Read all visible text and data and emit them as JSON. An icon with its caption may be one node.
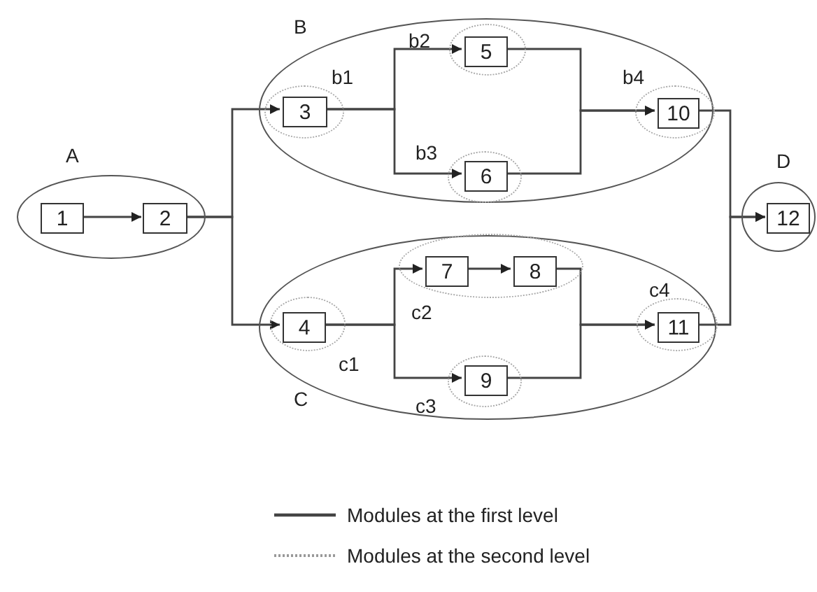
{
  "diagram": {
    "nodes": [
      {
        "text": [
          "A"
        ]
      },
      {
        "text": [
          "1"
        ],
        "in": 0
      },
      {
        "text": [
          "2"
        ],
        "in": 0
      },
      {
        "text": [
          "B"
        ]
      },
      {
        "text": [
          "b1"
        ],
        "in": 3
      },
      {
        "text": [
          "3"
        ],
        "in": 4
      },
      {
        "text": [
          "b2"
        ],
        "in": 3
      },
      {
        "text": [
          "5"
        ],
        "in": 6
      },
      {
        "text": [
          "b3"
        ],
        "in": 3
      },
      {
        "text": [
          "6"
        ],
        "in": 8
      },
      {
        "text": [
          "b4"
        ],
        "in": 3
      },
      {
        "text": [
          "10"
        ],
        "in": 10
      },
      {
        "text": [
          "C"
        ]
      },
      {
        "text": [
          "c1"
        ],
        "in": 12
      },
      {
        "text": [
          "4"
        ],
        "in": 13
      },
      {
        "text": [
          "c2"
        ],
        "in": 12
      },
      {
        "text": [
          "7"
        ],
        "in": 15
      },
      {
        "text": [
          "8"
        ],
        "in": 15
      },
      {
        "text": [
          "c3"
        ],
        "in": 12
      },
      {
        "text": [
          "9"
        ],
        "in": 18
      },
      {
        "text": [
          "c4"
        ],
        "in": 12
      },
      {
        "text": [
          "11"
        ],
        "in": 20
      },
      {
        "text": [
          "D"
        ]
      },
      {
        "text": [
          "12"
        ],
        "in": 22
      }
    ],
    "edges": [
      {
        "from": 1,
        "to": 2,
        "arrow": "to"
      },
      {
        "from": 2,
        "to": 5,
        "arrow": "to"
      },
      {
        "from": 2,
        "to": 14,
        "arrow": "to"
      },
      {
        "from": 5,
        "to": 7,
        "arrow": "to"
      },
      {
        "from": 5,
        "to": 9,
        "arrow": "to"
      },
      {
        "from": 7,
        "to": 11,
        "arrow": "to"
      },
      {
        "from": 9,
        "to": 11,
        "arrow": "to"
      },
      {
        "from": 14,
        "to": 16,
        "arrow": "to"
      },
      {
        "from": 14,
        "to": 19,
        "arrow": "to"
      },
      {
        "from": 16,
        "to": 17,
        "arrow": "to"
      },
      {
        "from": 17,
        "to": 21,
        "arrow": "to"
      },
      {
        "from": 19,
        "to": 21,
        "arrow": "to"
      },
      {
        "from": 11,
        "to": 23,
        "arrow": "to"
      },
      {
        "from": 21,
        "to": 23,
        "arrow": "to"
      }
    ],
    "legend": [
      {
        "text": "Modules at the first level"
      },
      {
        "text": "Modules at the second level"
      }
    ]
  }
}
